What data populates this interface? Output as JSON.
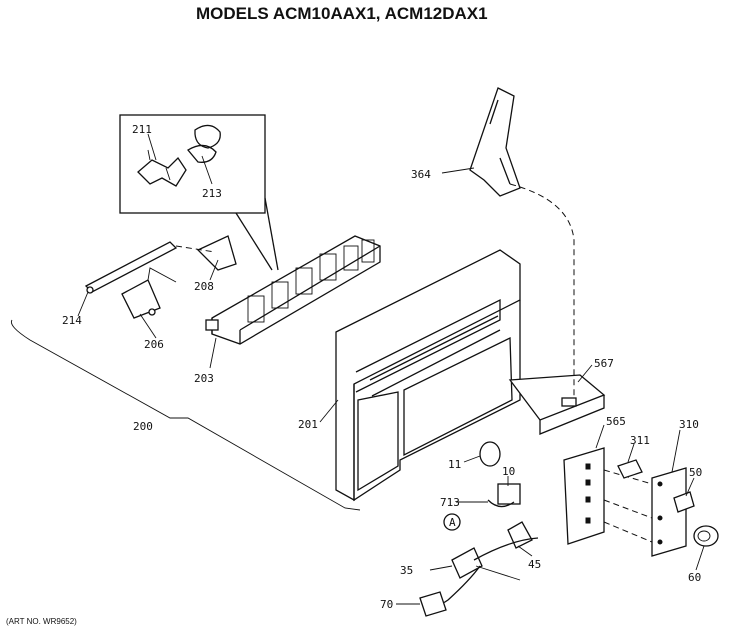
{
  "title": "MODELS ACM10AAX1, ACM12DAX1",
  "art_no": "(ART NO. WR9652)",
  "callouts": [
    {
      "id": "211",
      "text": "211"
    },
    {
      "id": "213",
      "text": "213"
    },
    {
      "id": "364",
      "text": "364"
    },
    {
      "id": "208",
      "text": "208"
    },
    {
      "id": "214",
      "text": "214"
    },
    {
      "id": "206",
      "text": "206"
    },
    {
      "id": "203",
      "text": "203"
    },
    {
      "id": "200",
      "text": "200"
    },
    {
      "id": "201",
      "text": "201"
    },
    {
      "id": "567",
      "text": "567"
    },
    {
      "id": "565",
      "text": "565"
    },
    {
      "id": "311",
      "text": "311"
    },
    {
      "id": "310",
      "text": "310"
    },
    {
      "id": "11",
      "text": "11"
    },
    {
      "id": "10",
      "text": "10"
    },
    {
      "id": "50",
      "text": "50"
    },
    {
      "id": "713",
      "text": "713"
    },
    {
      "id": "A",
      "text": "A"
    },
    {
      "id": "45",
      "text": "45"
    },
    {
      "id": "35",
      "text": "35"
    },
    {
      "id": "60",
      "text": "60"
    },
    {
      "id": "70",
      "text": "70"
    }
  ]
}
